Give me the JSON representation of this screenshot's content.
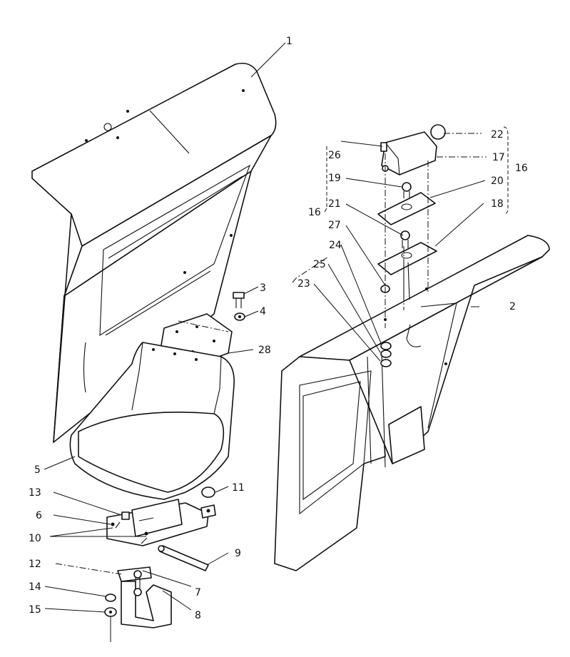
{
  "labels": {
    "l1": "1",
    "l2": "2",
    "l3": "3",
    "l4": "4",
    "l5": "5",
    "l6": "6",
    "l7": "7",
    "l8": "8",
    "l9": "9",
    "l10": "10",
    "l11": "11",
    "l12": "12",
    "l13": "13",
    "l14": "14",
    "l15": "15",
    "l16a": "16",
    "l16b": "16",
    "l17": "17",
    "l18": "18",
    "l19": "19",
    "l20": "20",
    "l21": "21",
    "l22": "22",
    "l23": "23",
    "l24": "24",
    "l25": "25",
    "l26": "26",
    "l27": "27",
    "l28": "28"
  }
}
